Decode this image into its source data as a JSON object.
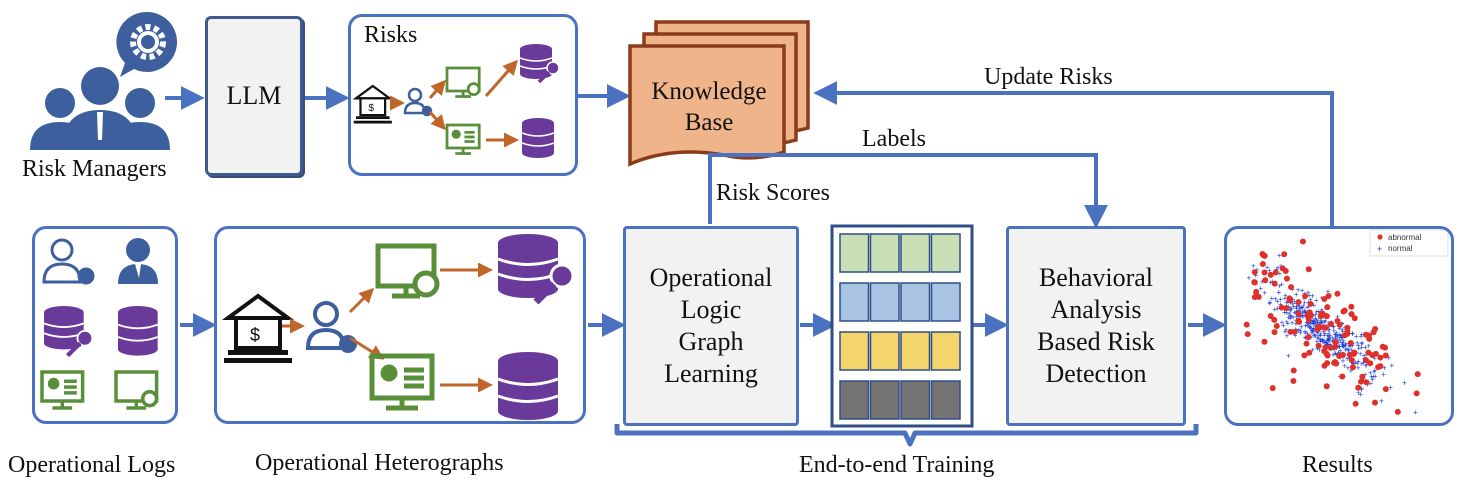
{
  "risk_managers": {
    "label": "Risk Managers"
  },
  "llm": {
    "label": "LLM"
  },
  "risks": {
    "label": "Risks"
  },
  "knowledge_base": {
    "line1": "Knowledge",
    "line2": "Base"
  },
  "edges": {
    "update_risks": "Update Risks",
    "labels": "Labels",
    "risk_scores": "Risk Scores"
  },
  "operational_logs": {
    "label": "Operational Logs"
  },
  "operational_heterographs": {
    "label": "Operational Heterographs"
  },
  "ologl": {
    "line1": "Operational",
    "line2": "Logic",
    "line3": "Graph",
    "line4": "Learning"
  },
  "embedding": {
    "rows": [
      {
        "color": "#c9dfb6"
      },
      {
        "color": "#a9c4e3"
      },
      {
        "color": "#f4d56b"
      },
      {
        "color": "#737373"
      }
    ]
  },
  "behavioral": {
    "line1": "Behavioral",
    "line2": "Analysis",
    "line3": "Based Risk",
    "line4": "Detection"
  },
  "end_to_end": {
    "label": "End-to-end Training"
  },
  "results": {
    "label": "Results",
    "legend": {
      "abnormal": "abnormal",
      "normal": "normal"
    },
    "colors": {
      "abnormal": "#e0302a",
      "normal": "#1f3fd6"
    }
  },
  "colors": {
    "accent": "#4a72c0",
    "flow": "#c0662a",
    "icon_blue": "#3e5f9e",
    "icon_green": "#5a8f3a",
    "icon_purple": "#6a3a9a"
  }
}
